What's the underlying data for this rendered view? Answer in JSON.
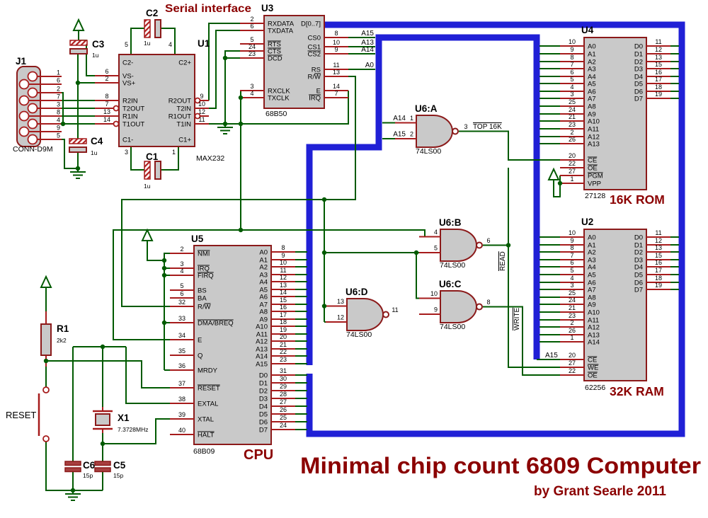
{
  "title": {
    "main": "Minimal chip count 6809 Computer",
    "author": "by Grant Searle 2011",
    "serial": "Serial interface"
  },
  "captions": {
    "rom": "16K ROM",
    "ram": "32K RAM",
    "cpu": "CPU"
  },
  "connector": {
    "ref": "J1",
    "part": "CONN-D9M",
    "pins": [
      "1",
      "6",
      "2",
      "7",
      "3",
      "8",
      "4",
      "9",
      "5"
    ]
  },
  "passives": {
    "c1": {
      "ref": "C1",
      "value": "1u"
    },
    "c2": {
      "ref": "C2",
      "value": "1u"
    },
    "c3": {
      "ref": "C3",
      "value": "1u"
    },
    "c4": {
      "ref": "C4",
      "value": "1u"
    },
    "c5": {
      "ref": "C5",
      "value": "15p"
    },
    "c6": {
      "ref": "C6",
      "value": "15p"
    },
    "r1": {
      "ref": "R1",
      "value": "2k2"
    },
    "x1": {
      "ref": "X1",
      "value": "7.3728MHz"
    }
  },
  "reset_label": "RESET",
  "nets": {
    "a15": "A15",
    "a13": "A13",
    "a14": "A14",
    "a0": "A0",
    "ga14": "A14",
    "ga15": "A15",
    "ram_a15": "A15",
    "top16k": "TOP 16K",
    "read": "READ",
    "write": "WRITE"
  },
  "chips": {
    "u1": {
      "ref": "U1",
      "part": "MAX232",
      "corner": {
        "tl": "5",
        "tr": "4",
        "bl": "3",
        "br": "1"
      },
      "left": [
        {
          "t": "C2-"
        },
        {
          "n": "6",
          "t": "VS-"
        },
        {
          "n": "2",
          "t": "VS+"
        },
        {
          "n": "8",
          "t": "R2IN"
        },
        {
          "n": "7",
          "t": "T2OUT",
          "bub": true
        },
        {
          "n": "13",
          "t": "R1IN"
        },
        {
          "n": "14",
          "t": "T1OUT",
          "bub": true
        },
        {
          "t": "C1-"
        }
      ],
      "right": [
        {
          "t": "C2+"
        },
        {
          "n": "9",
          "t": "R2OUT",
          "bub": true
        },
        {
          "n": "10",
          "t": "T2IN"
        },
        {
          "n": "12",
          "t": "R1OUT",
          "bub": true
        },
        {
          "n": "11",
          "t": "T1IN"
        },
        {
          "t": "C1+"
        }
      ]
    },
    "u3": {
      "ref": "U3",
      "part": "68B50",
      "left": [
        {
          "n": "2",
          "t": "RXDATA"
        },
        {
          "n": "6",
          "t": "TXDATA"
        },
        {
          "n": "5",
          "b": "RTS"
        },
        {
          "n": "24",
          "b": "CTS"
        },
        {
          "n": "23",
          "b": "DCD"
        },
        {
          "n": "3",
          "t": "RXCLK"
        },
        {
          "n": "4",
          "t": "TXCLK"
        }
      ],
      "right": [
        {
          "t": "D[0..7]"
        },
        {
          "n": "8",
          "t": "CS0"
        },
        {
          "n": "10",
          "t": "CS1"
        },
        {
          "n": "9",
          "b": "CS2"
        },
        {
          "n": "11",
          "t": "RS"
        },
        {
          "n": "13",
          "t": "R/",
          "b": "W"
        },
        {
          "n": "14",
          "t": "E"
        },
        {
          "n": "7",
          "b": "IRQ"
        }
      ]
    },
    "u5": {
      "ref": "U5",
      "part": "68B09",
      "left": [
        {
          "n": "2",
          "b": "NMI"
        },
        {
          "n": "3",
          "b": "IRQ"
        },
        {
          "n": "4",
          "b": "FIRQ"
        },
        {
          "n": "5",
          "t": "BS"
        },
        {
          "n": "6",
          "t": "BA"
        },
        {
          "n": "32",
          "t": "R/",
          "b": "W"
        },
        {
          "n": "33",
          "b": "DMA/BREQ"
        },
        {
          "n": "34",
          "t": "E"
        },
        {
          "n": "35",
          "t": "Q"
        },
        {
          "n": "36",
          "t": "MRDY"
        },
        {
          "n": "37",
          "b": "RESET"
        },
        {
          "n": "38",
          "t": "EXTAL"
        },
        {
          "n": "39",
          "t": "XTAL"
        },
        {
          "n": "40",
          "b": "HALT"
        }
      ],
      "right": [
        {
          "n": "8",
          "t": "A0"
        },
        {
          "n": "9",
          "t": "A1"
        },
        {
          "n": "10",
          "t": "A2"
        },
        {
          "n": "11",
          "t": "A3"
        },
        {
          "n": "12",
          "t": "A4"
        },
        {
          "n": "13",
          "t": "A5"
        },
        {
          "n": "14",
          "t": "A6"
        },
        {
          "n": "15",
          "t": "A7"
        },
        {
          "n": "16",
          "t": "A8"
        },
        {
          "n": "17",
          "t": "A9"
        },
        {
          "n": "18",
          "t": "A10"
        },
        {
          "n": "19",
          "t": "A11"
        },
        {
          "n": "20",
          "t": "A12"
        },
        {
          "n": "21",
          "t": "A13"
        },
        {
          "n": "22",
          "t": "A14"
        },
        {
          "n": "23",
          "t": "A15"
        },
        {
          "n": "31",
          "t": "D0"
        },
        {
          "n": "30",
          "t": "D1"
        },
        {
          "n": "29",
          "t": "D2"
        },
        {
          "n": "28",
          "t": "D3"
        },
        {
          "n": "27",
          "t": "D4"
        },
        {
          "n": "26",
          "t": "D5"
        },
        {
          "n": "25",
          "t": "D6"
        },
        {
          "n": "24",
          "t": "D7"
        }
      ]
    },
    "u4": {
      "ref": "U4",
      "part": "27128",
      "left": [
        {
          "n": "10",
          "t": "A0"
        },
        {
          "n": "9",
          "t": "A1"
        },
        {
          "n": "8",
          "t": "A2"
        },
        {
          "n": "7",
          "t": "A3"
        },
        {
          "n": "6",
          "t": "A4"
        },
        {
          "n": "5",
          "t": "A5"
        },
        {
          "n": "4",
          "t": "A6"
        },
        {
          "n": "3",
          "t": "A7"
        },
        {
          "n": "25",
          "t": "A8"
        },
        {
          "n": "24",
          "t": "A9"
        },
        {
          "n": "21",
          "t": "A10"
        },
        {
          "n": "23",
          "t": "A11"
        },
        {
          "n": "2",
          "t": "A12"
        },
        {
          "n": "26",
          "t": "A13"
        },
        {
          "n": "20",
          "b": "CE"
        },
        {
          "n": "22",
          "b": "OE"
        },
        {
          "n": "27",
          "b": "PGM"
        },
        {
          "n": "1",
          "t": "VPP"
        }
      ],
      "right": [
        {
          "n": "11",
          "t": "D0"
        },
        {
          "n": "12",
          "t": "D1"
        },
        {
          "n": "13",
          "t": "D2"
        },
        {
          "n": "15",
          "t": "D3"
        },
        {
          "n": "16",
          "t": "D4"
        },
        {
          "n": "17",
          "t": "D5"
        },
        {
          "n": "18",
          "t": "D6"
        },
        {
          "n": "19",
          "t": "D7"
        }
      ]
    },
    "u2": {
      "ref": "U2",
      "part": "62256",
      "left": [
        {
          "n": "10",
          "t": "A0"
        },
        {
          "n": "9",
          "t": "A1"
        },
        {
          "n": "8",
          "t": "A2"
        },
        {
          "n": "7",
          "t": "A3"
        },
        {
          "n": "6",
          "t": "A4"
        },
        {
          "n": "5",
          "t": "A5"
        },
        {
          "n": "4",
          "t": "A6"
        },
        {
          "n": "3",
          "t": "A7"
        },
        {
          "n": "25",
          "t": "A8"
        },
        {
          "n": "24",
          "t": "A9"
        },
        {
          "n": "21",
          "t": "A10"
        },
        {
          "n": "23",
          "t": "A11"
        },
        {
          "n": "2",
          "t": "A12"
        },
        {
          "n": "26",
          "t": "A13"
        },
        {
          "n": "1",
          "t": "A14"
        },
        {
          "n": "20",
          "b": "CE"
        },
        {
          "n": "27",
          "b": "WE"
        },
        {
          "n": "22",
          "b": "OE"
        }
      ],
      "right": [
        {
          "n": "11",
          "t": "D0"
        },
        {
          "n": "12",
          "t": "D1"
        },
        {
          "n": "13",
          "t": "D2"
        },
        {
          "n": "15",
          "t": "D3"
        },
        {
          "n": "16",
          "t": "D4"
        },
        {
          "n": "17",
          "t": "D5"
        },
        {
          "n": "18",
          "t": "D6"
        },
        {
          "n": "19",
          "t": "D7"
        }
      ]
    }
  },
  "gates": {
    "a": {
      "ref": "U6:A",
      "part": "74LS00",
      "in1": "1",
      "in2": "2",
      "out": "3"
    },
    "b": {
      "ref": "U6:B",
      "part": "74LS00",
      "in1": "4",
      "in2": "5",
      "out": "6"
    },
    "c": {
      "ref": "U6:C",
      "part": "74LS00",
      "in1": "10",
      "in2": "9",
      "out": "8"
    },
    "d": {
      "ref": "U6:D",
      "part": "74LS00",
      "in1": "13",
      "in2": "12",
      "out": "11"
    }
  }
}
